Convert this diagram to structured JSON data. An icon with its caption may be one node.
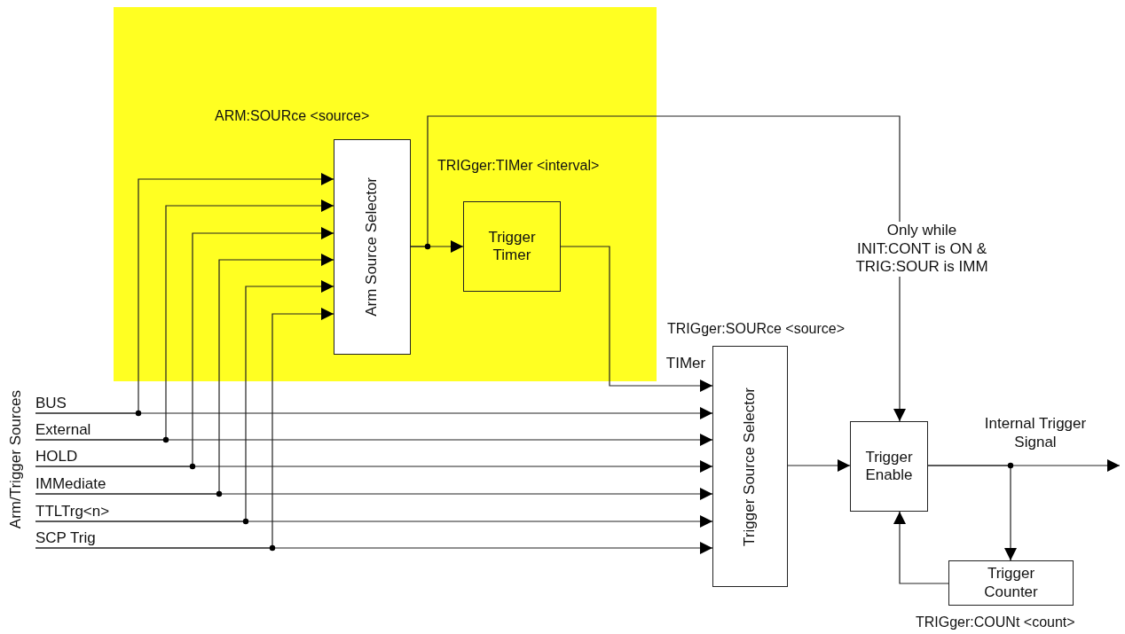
{
  "diagram": {
    "nodes": [
      {
        "text": [],
        "shape": "box"
      },
      {
        "text": [
          "Arm Source Selector"
        ],
        "in": 0,
        "beside": [
          "ARM:SOURce <source>"
        ]
      },
      {
        "text": [
          "Trigger Timer"
        ],
        "in": 0,
        "beside": [
          "TRIGger:TIMer <interval>"
        ]
      },
      {
        "text": [
          "BUS"
        ]
      },
      {
        "text": [
          "External"
        ]
      },
      {
        "text": [
          "HOLD"
        ]
      },
      {
        "text": [
          "IMMediate"
        ]
      },
      {
        "text": [
          "TTLTrg<n>"
        ]
      },
      {
        "text": [
          "SCP Trig"
        ]
      },
      {
        "text": [
          "Trigger Source Selector"
        ],
        "beside": [
          "TRIGger:SOURce <source>"
        ]
      },
      {
        "text": [
          "Trigger Enable"
        ]
      },
      {
        "text": [
          "Trigger Counter"
        ],
        "beside": [
          "TRIGger:COUNt <count>"
        ]
      }
    ],
    "edges": [
      {
        "from": 3,
        "to": 9,
        "arrow": "to"
      },
      {
        "from": 4,
        "to": 9,
        "arrow": "to"
      },
      {
        "from": 5,
        "to": 9,
        "arrow": "to"
      },
      {
        "from": 6,
        "to": 9,
        "arrow": "to"
      },
      {
        "from": 7,
        "to": 9,
        "arrow": "to"
      },
      {
        "from": 8,
        "to": 9,
        "arrow": "to"
      },
      {
        "from": 3,
        "to": 1,
        "arrow": "to"
      },
      {
        "from": 4,
        "to": 1,
        "arrow": "to"
      },
      {
        "from": 5,
        "to": 1,
        "arrow": "to"
      },
      {
        "from": 6,
        "to": 1,
        "arrow": "to"
      },
      {
        "from": 7,
        "to": 1,
        "arrow": "to"
      },
      {
        "from": 8,
        "to": 1,
        "arrow": "to"
      },
      {
        "from": 1,
        "to": 2,
        "arrow": "to"
      },
      {
        "from": 1,
        "to": 10,
        "arrow": "to",
        "label": "Only while INIT:CONT is ON & TRIG:SOUR is IMM"
      },
      {
        "from": 2,
        "to": 9,
        "arrow": "to",
        "label": "TIMer"
      },
      {
        "from": 9,
        "to": 10,
        "arrow": "to"
      },
      {
        "from": 10,
        "to": null,
        "arrow": "to",
        "label": "Internal Trigger Signal"
      },
      {
        "from": 10,
        "to": 11,
        "arrow": "to"
      },
      {
        "from": 11,
        "to": 10,
        "arrow": "to"
      }
    ],
    "labels": [
      "Arm/Trigger Sources"
    ]
  }
}
